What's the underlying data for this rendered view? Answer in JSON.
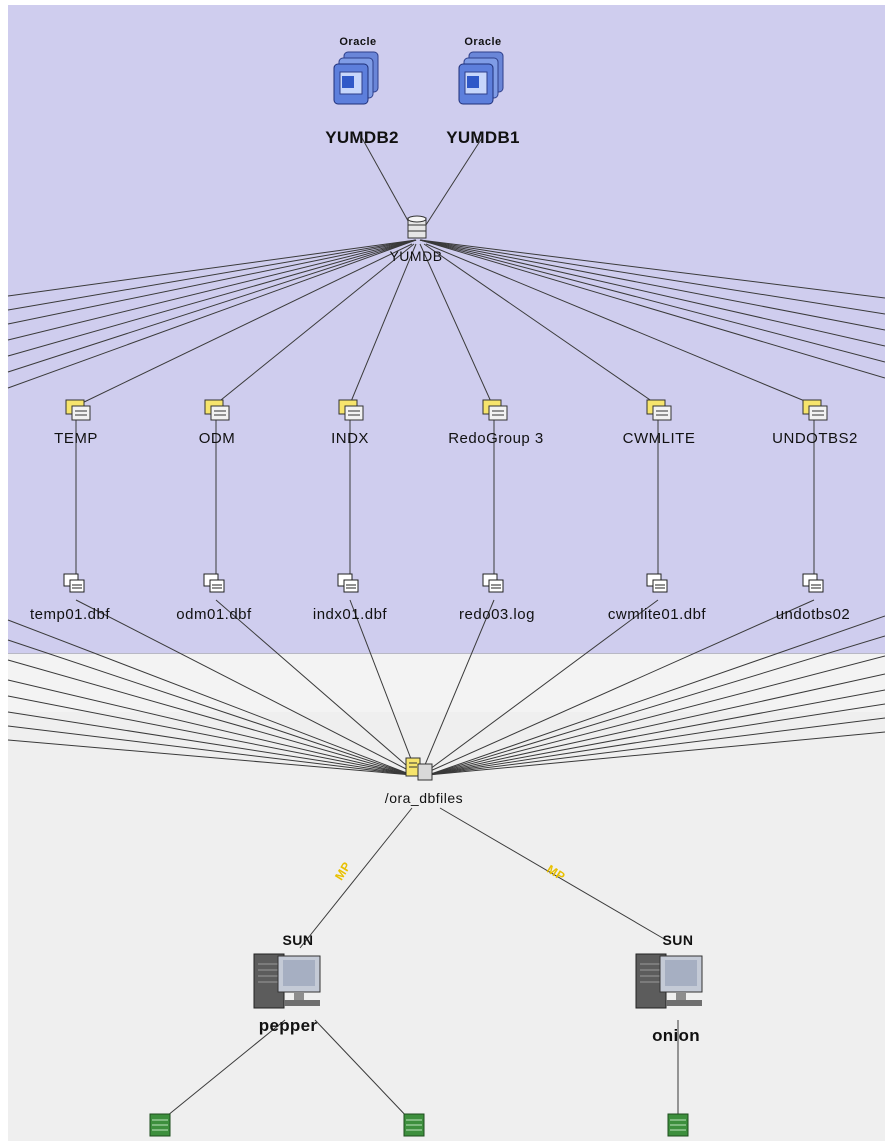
{
  "databases": [
    {
      "id": "db2",
      "vendor": "Oracle",
      "name": "YUMDB2"
    },
    {
      "id": "db1",
      "vendor": "Oracle",
      "name": "YUMDB1"
    }
  ],
  "hub": {
    "name": "YUMDB"
  },
  "tablespaces": [
    {
      "name": "TEMP"
    },
    {
      "name": "ODM"
    },
    {
      "name": "INDX"
    },
    {
      "name": "RedoGroup 3"
    },
    {
      "name": "CWMLITE"
    },
    {
      "name": "UNDOTBS2"
    }
  ],
  "datafiles": [
    {
      "name": "temp01.dbf"
    },
    {
      "name": "odm01.dbf"
    },
    {
      "name": "indx01.dbf"
    },
    {
      "name": "redo03.log"
    },
    {
      "name": "cwmlite01.dbf"
    },
    {
      "name": "undotbs02"
    }
  ],
  "filesystem": {
    "name": "/ora_dbfiles"
  },
  "hosts": [
    {
      "name": "pepper",
      "vendor": "SUN",
      "link_label": "MP"
    },
    {
      "name": "onion",
      "vendor": "SUN",
      "link_label": "MP"
    }
  ],
  "colors": {
    "top_band": "#cfcdee",
    "bottom_band": "#efefef",
    "link_label": "#e8c000",
    "storage_green": "#3d8f3d"
  }
}
